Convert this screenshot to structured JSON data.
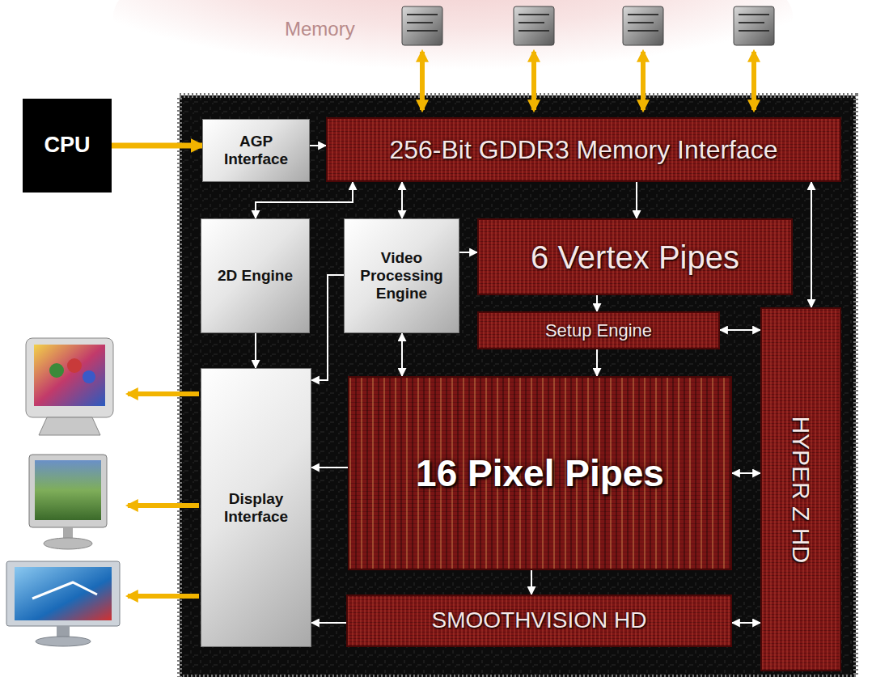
{
  "diagram": {
    "nodes": [
      {
        "text": [
          "CPU"
        ]
      },
      {
        "text": [
          "AGP Interface"
        ]
      },
      {
        "text": [
          "256-Bit GDDR3 Memory Interface"
        ]
      },
      {
        "text": [
          "2D Engine"
        ]
      },
      {
        "text": [
          "Video Processing Engine"
        ]
      },
      {
        "text": [
          "6 Vertex Pipes"
        ]
      },
      {
        "text": [
          "Setup Engine"
        ]
      },
      {
        "text": [
          "Display Interface"
        ]
      },
      {
        "text": [
          "16 Pixel Pipes"
        ]
      },
      {
        "text": [
          "HYPER Z HD"
        ]
      },
      {
        "text": [
          "SMOOTHVISION HD"
        ]
      }
    ],
    "edges": [
      {
        "from": 0,
        "to": 1,
        "arrow": "to"
      },
      {
        "from": 1,
        "to": 2,
        "arrow": "to"
      },
      {
        "from": 2,
        "to": 3,
        "arrow": "both"
      },
      {
        "from": 2,
        "to": 4,
        "arrow": "both"
      },
      {
        "from": 2,
        "to": 5,
        "arrow": "to"
      },
      {
        "from": 2,
        "to": 9,
        "arrow": "both"
      },
      {
        "from": 4,
        "to": 5,
        "arrow": "to"
      },
      {
        "from": 5,
        "to": 6,
        "arrow": "to"
      },
      {
        "from": 6,
        "to": 9,
        "arrow": "both"
      },
      {
        "from": 6,
        "to": 8,
        "arrow": "to"
      },
      {
        "from": 4,
        "to": 8,
        "arrow": "both"
      },
      {
        "from": 4,
        "to": 7,
        "arrow": "to"
      },
      {
        "from": 3,
        "to": 7,
        "arrow": "to"
      },
      {
        "from": 8,
        "to": 7,
        "arrow": "to"
      },
      {
        "from": 8,
        "to": 9,
        "arrow": "both"
      },
      {
        "from": 8,
        "to": 10,
        "arrow": "to"
      },
      {
        "from": 10,
        "to": 7,
        "arrow": "to"
      },
      {
        "from": 10,
        "to": 9,
        "arrow": "both"
      }
    ],
    "labels": [
      "Memory"
    ]
  }
}
